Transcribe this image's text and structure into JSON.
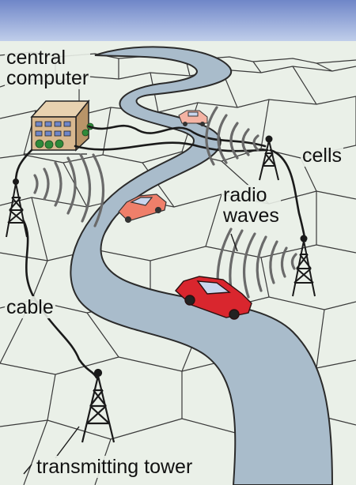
{
  "labels": {
    "central_computer_line1": "central",
    "central_computer_line2": "computer",
    "cells": "cells",
    "radio_line1": "radio",
    "radio_line2": "waves",
    "cable": "cable",
    "transmitting_tower": "transmitting tower"
  },
  "colors": {
    "sky_top": "#6f86c8",
    "sky_bottom": "#c9d6ee",
    "ground": "#eaf0e8",
    "hex_lines": "#3a3a3a",
    "road": "#a9bccb",
    "road_edge": "#2b2b2b",
    "car_red": "#d9262e",
    "car_salmon": "#ef7f6a",
    "car_pale": "#f4b3a3",
    "building": "#d8b890",
    "radio_waves": "#6a6a6a"
  }
}
